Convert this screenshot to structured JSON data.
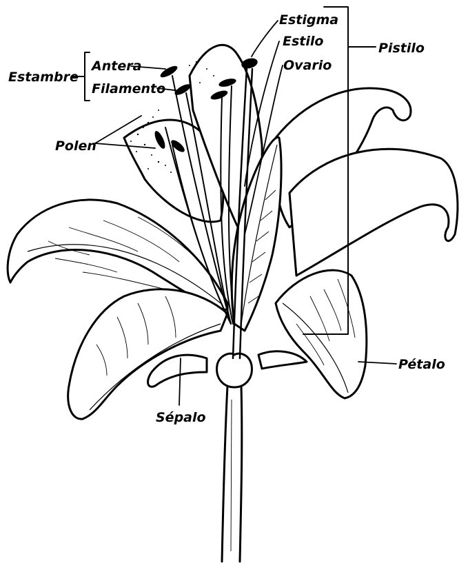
{
  "labels": {
    "estigma": "Estigma",
    "estilo": "Estilo",
    "ovario": "Ovario",
    "pistilo": "Pistilo",
    "estambre": "Estambre",
    "antera": "Antera",
    "filamento": "Filamento",
    "polen": "Polen",
    "petalo": "Pétalo",
    "sepalo": "Sépalo"
  }
}
